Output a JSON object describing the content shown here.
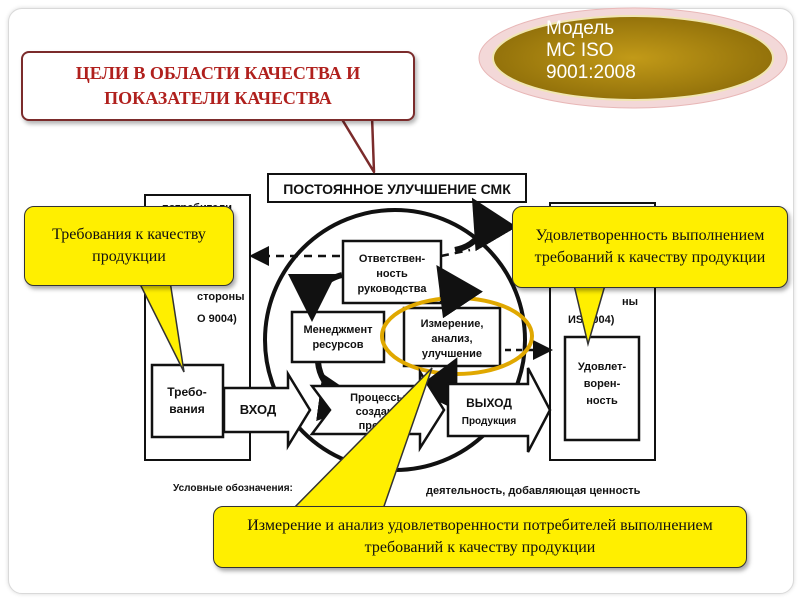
{
  "badge": {
    "line1": "Модель",
    "line2": "МС ISO",
    "line3": "9001:2008"
  },
  "goals_box": {
    "line1": "ЦЕЛИ В ОБЛАСТИ КАЧЕСТВА И",
    "line2": "ПОКАЗАТЕЛИ КАЧЕСТВА"
  },
  "diagram": {
    "banner": "ПОСТОЯННОЕ УЛУЧШЕНИЕ СМК",
    "left_column_fragments": [
      "потребители",
      "стороны",
      "О 9004)"
    ],
    "right_column_fragments": [
      "ны",
      "ИЅ 9004)"
    ],
    "responsibility": [
      "Ответствен-",
      "ность",
      "руководства"
    ],
    "resources": [
      "Менеджмент",
      "ресурсов"
    ],
    "measurement": [
      "Измерение,",
      "анализ,",
      "улучшение"
    ],
    "requirements": [
      "Требо-",
      "вания"
    ],
    "input": "ВХОД",
    "process": [
      "Процессы",
      "создани",
      "продук"
    ],
    "output": [
      "ВЫХОД",
      "Продукция"
    ],
    "satisfaction": [
      "Удовлет-",
      "ворен-",
      "ность"
    ],
    "legend_label": "Условные обозначения:",
    "legend_value": "деятельность, добавляющая ценность"
  },
  "callouts": {
    "requirements": "Требования к качеству продукции",
    "satisfaction": "Удовлетворенность выполнением требований к качеству продукции",
    "measurement": "Измерение и анализ удовлетворенности потребителей выполнением требований к качеству продукции"
  },
  "colors": {
    "callout_fill": "#ffef00",
    "highlight_ring": "#e0a800",
    "badge_fill": "#b08a10",
    "goals_text": "#b0201d",
    "goals_border": "#7b2b2b"
  }
}
